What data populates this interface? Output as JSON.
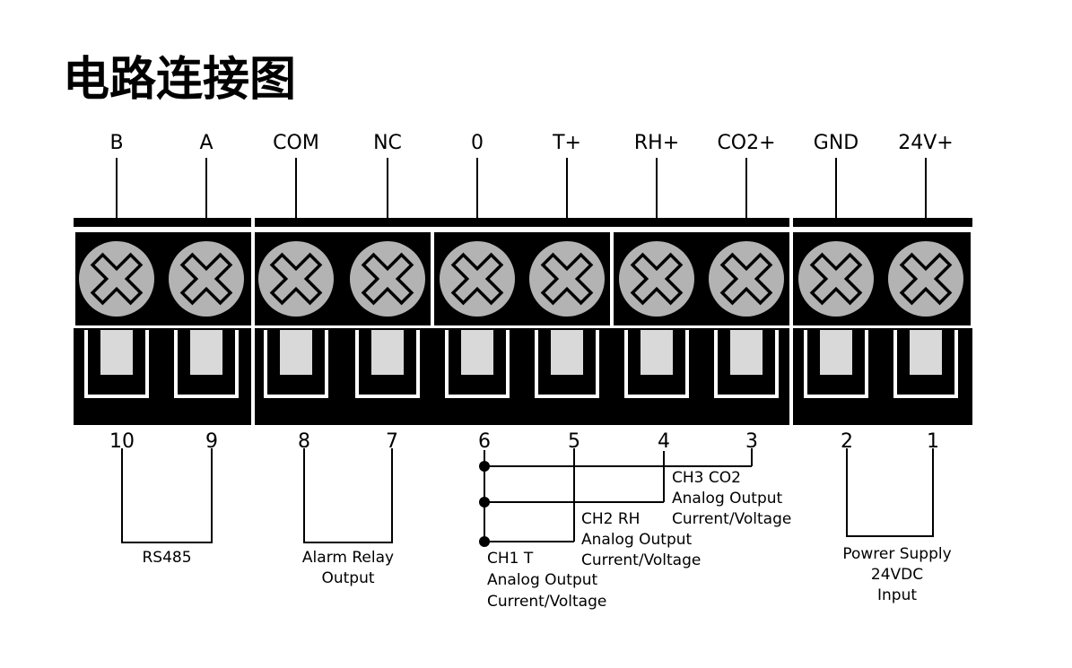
{
  "title": "电路连接图",
  "top_labels": [
    "B",
    "A",
    "COM",
    "NC",
    "0",
    "T+",
    "RH+",
    "CO2+",
    "GND",
    "24V+"
  ],
  "terminal_numbers": [
    "10",
    "9",
    "8",
    "7",
    "6",
    "5",
    "4",
    "3",
    "2",
    "1"
  ],
  "groups": {
    "rs485": {
      "label": "RS485"
    },
    "alarm": {
      "line1": "Alarm Relay",
      "line2": "Output"
    },
    "ch1": {
      "line1": "CH1 T",
      "line2": "Analog Output",
      "line3": "Current/Voltage"
    },
    "ch2": {
      "line1": "CH2 RH",
      "line2": "Analog Output",
      "line3": "Current/Voltage"
    },
    "ch3": {
      "line1": "CH3 CO2",
      "line2": "Analog Output",
      "line3": "Current/Voltage"
    },
    "power": {
      "line1": "Powrer Supply",
      "line2": "24VDC",
      "line3": "Input"
    }
  },
  "colors": {
    "block": "#000000",
    "screw": "#b3b3b3",
    "slot": "#d9d9d9",
    "line": "#000000"
  }
}
